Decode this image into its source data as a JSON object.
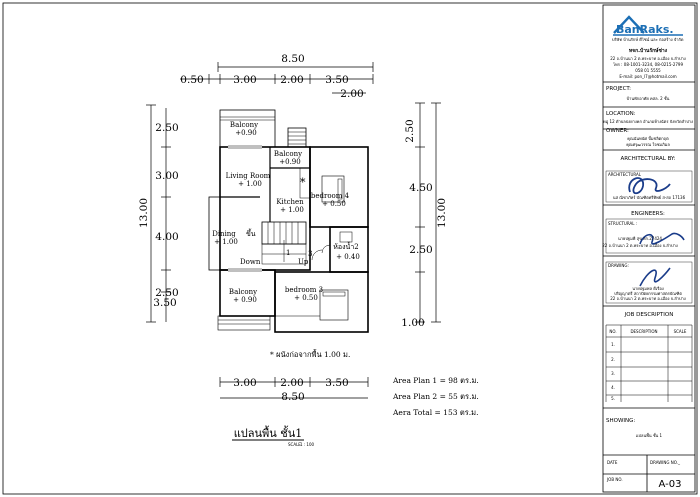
{
  "plan": {
    "dims_top": {
      "overall": "8.50",
      "seg1": "0.50",
      "seg2": "3.00",
      "seg3": "2.00",
      "seg4": "3.50",
      "sub": "2.00"
    },
    "dims_left": {
      "overall": "13.00",
      "a": "2.50",
      "b": "3.00",
      "c": "4.00",
      "d": "2.50",
      "e": "3.50"
    },
    "dims_right": {
      "overall": "13.00",
      "a": "2.50",
      "b": "4.50",
      "c": "2.50",
      "d": "1.00"
    },
    "dims_bottom": {
      "seg1": "3.00",
      "seg2": "2.00",
      "seg3": "3.50",
      "overall": "8.50"
    },
    "rooms": {
      "balcony_top": {
        "name": "Balcony",
        "level": "+0.90"
      },
      "balcony_mid": {
        "name": "Balcony",
        "level": "+0.90"
      },
      "living": {
        "name": "Living Room",
        "level": "+ 1.00"
      },
      "kitchen": {
        "name": "Kitchen",
        "level": "+ 1.00"
      },
      "bedroom4": {
        "name": "bedroom 4",
        "level": "+ 0.50"
      },
      "dining": {
        "name": "Dining",
        "level": "+ 1.00"
      },
      "bath": {
        "name": "ห้องน้ำ2",
        "level": "+ 0.40"
      },
      "balcony_bot": {
        "name": "Balcony",
        "level": "+ 0.90"
      },
      "bedroom3": {
        "name": "bedroom 3",
        "level": "+ 0.50"
      }
    },
    "stair": {
      "up_thai": "ขึ้น",
      "down": "Down",
      "up": "Up",
      "n1": "1",
      "n3": "3",
      "star": "*"
    },
    "note": "* ผนังก่อจากพื้น 1.00 ม.",
    "areas": [
      "Area Plan 1 = 98 ตร.ม.",
      "Area Plan 2 = 55 ตร.ม.",
      "Aera Total = 153 ตร.ม."
    ],
    "title": "แปลนพื้น ชั้น1",
    "scale_label": "SCALE",
    "scale_value": "1 : 100"
  },
  "titleblock": {
    "logo": "BanRaks.",
    "company_small": "บริษัท บ้านรักษ์ ดีไซน์ และ ก่อสร้าง จำกัด",
    "company": "หจก.บ้านรักษ์ช่าง",
    "address_1": "22 ถ.บ้านนา 2 ต.พระบาท อ.เมือง จ.ลำปาง",
    "address_2": "โทร : 08-1001-3234, 08-0215-2799",
    "address_3": "058 01 5555",
    "email": "E-mail: pon_l7@hotmail.com",
    "project_label": "PROJECT:",
    "project": "บ้านพักอาศัย คสล. 2 ชั้น",
    "location_label": "LOCATION:",
    "location": "หมู่ 12 ตำบลปงยางคก อำเภอห้างฉัตร จังหวัดลำปาง",
    "owner_label": "OWNER:",
    "owner_1": "คุณนันทนัศ บิ้มชลิตกฤต",
    "owner_2": "คุณศรุฒวรรณ ใจชมภิมล",
    "arch_label": "ARCHITECTURAL BY:",
    "arch_small": "ARCHITECTURAL",
    "arch_name": "นส ณิชาภัทร์ บัณฑิตศรีทิพย์ ส-สถ 17136",
    "eng_label": "ENGINEERS:",
    "structural_label": "STRUCTURAL :",
    "eng_name": "นายปฐมพี สุข สก.27424",
    "eng_addr": "22 ถ.บ้านนา 2 ต.พระบาท อ.เมือง จ.ลำปาง",
    "drawing_label": "DRAWING:",
    "drawer_name": "นายปฐมพล ดีเรือง",
    "drawer_title": "ปริญญาตรี สถาปัตยกรรมศาสตรบัณฑิต",
    "drawer_addr": "22 ถ.บ้านนา 2 ต.พระบาท อ.เมือง จ.ลำปาง",
    "job_desc_label": "JOB DESCRIPTION",
    "col_no": "NO.",
    "col_desc": "DESCRIPTION",
    "col_scale": "SCALE",
    "rows": [
      "1.",
      "2.",
      "3.",
      "4.",
      "5."
    ],
    "showing_label": "SHOWING:",
    "showing": "แปลนพื้น ชั้น 1",
    "date_label": "DATE",
    "drawing_no_label": "DRAWING NO._",
    "job_no_label": "JOB NO.",
    "sheet": "A-03"
  },
  "colors": {
    "line": "#000000",
    "logo_blue": "#1c6fb5",
    "signature": "#1a3c8a"
  }
}
